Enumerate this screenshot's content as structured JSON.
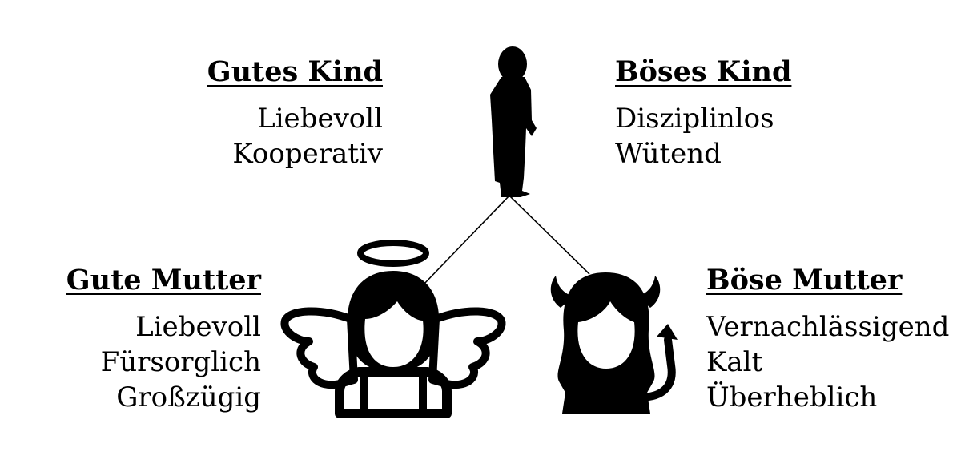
{
  "good_child": {
    "title": "Gutes Kind",
    "traits": [
      "Liebevoll",
      "Kooperativ"
    ]
  },
  "bad_child": {
    "title": "Böses Kind",
    "traits": [
      "Disziplinlos",
      "Wütend"
    ]
  },
  "good_mother": {
    "title": "Gute Mutter",
    "traits": [
      "Liebevoll",
      "Fürsorglich",
      "Großzügig"
    ]
  },
  "bad_mother": {
    "title": "Böse Mutter",
    "traits": [
      "Vernachlässigend",
      "Kalt",
      "Überheblich"
    ]
  }
}
